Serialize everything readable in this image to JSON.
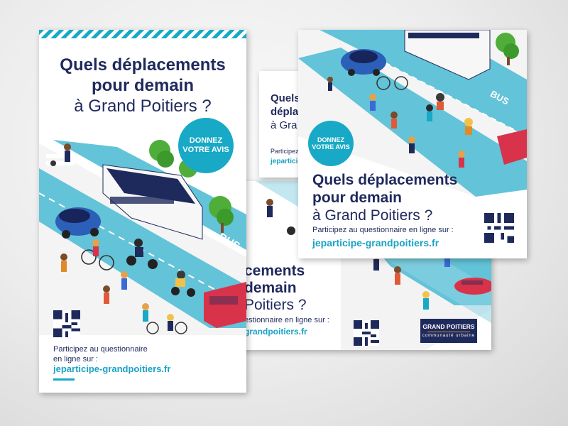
{
  "headline": {
    "line1": "Quels déplacements",
    "line2": "pour demain",
    "line3": "à Grand Poitiers ?"
  },
  "cta": {
    "line1": "DONNEZ",
    "line2": "VOTRE AVIS"
  },
  "participate_vertical": {
    "line1": "Participez au questionnaire",
    "line2": "en ligne sur :"
  },
  "participate_horizontal": "Participez au questionnaire en ligne sur :",
  "url": "jeparticipe-grandpoitiers.fr",
  "bus_lane_label": "BUS",
  "brand": {
    "name": "GRAND POITIERS",
    "subtitle": "communauté urbaine"
  },
  "fragments": {
    "mid_t1": "Quels",
    "mid_t2": "dépla",
    "mid_t3": "à Gra",
    "mid_part": "Participez",
    "mid_url": "jeparticipe",
    "bot_l1": "cements",
    "bot_l2": "demain",
    "bot_l3": "Poitiers ?",
    "bot_part": "estionnaire en ligne sur :",
    "bot_url": "grandpoitiers.fr"
  },
  "colors": {
    "navy": "#1f2a5c",
    "teal": "#17a9c6",
    "road": "#63c3d8",
    "accent": "#e08a2a"
  }
}
